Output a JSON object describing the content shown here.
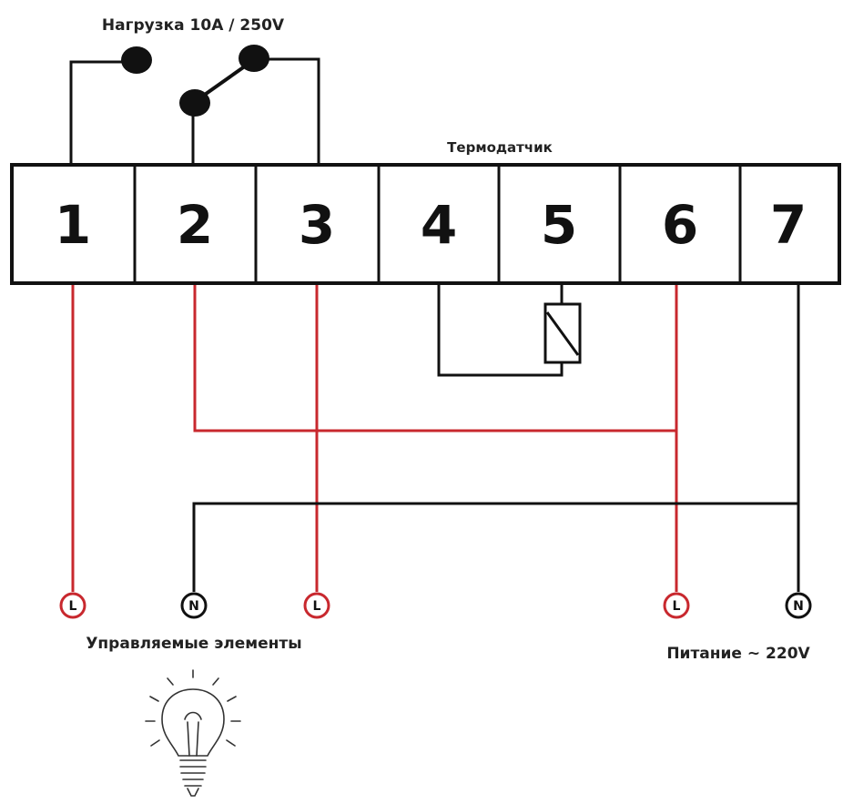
{
  "title": "Нагрузка 10А / 250V",
  "sensor_label": "Термодатчик",
  "terminals": [
    "1",
    "2",
    "3",
    "4",
    "5",
    "6",
    "7"
  ],
  "terminal_markers": {
    "l1": "L",
    "n1": "N",
    "l2": "L",
    "l3": "L",
    "n2": "N"
  },
  "controlled_label": "Управляемые элементы",
  "power_label": "Питание ~ 220V",
  "colors": {
    "wire_red": "#c8282e",
    "wire_black": "#111111",
    "block_border": "#111111"
  },
  "icons": {
    "relay_contacts": "relay-switch-icon",
    "sensor": "sensor-resistor-icon",
    "bulb": "light-bulb-icon"
  }
}
